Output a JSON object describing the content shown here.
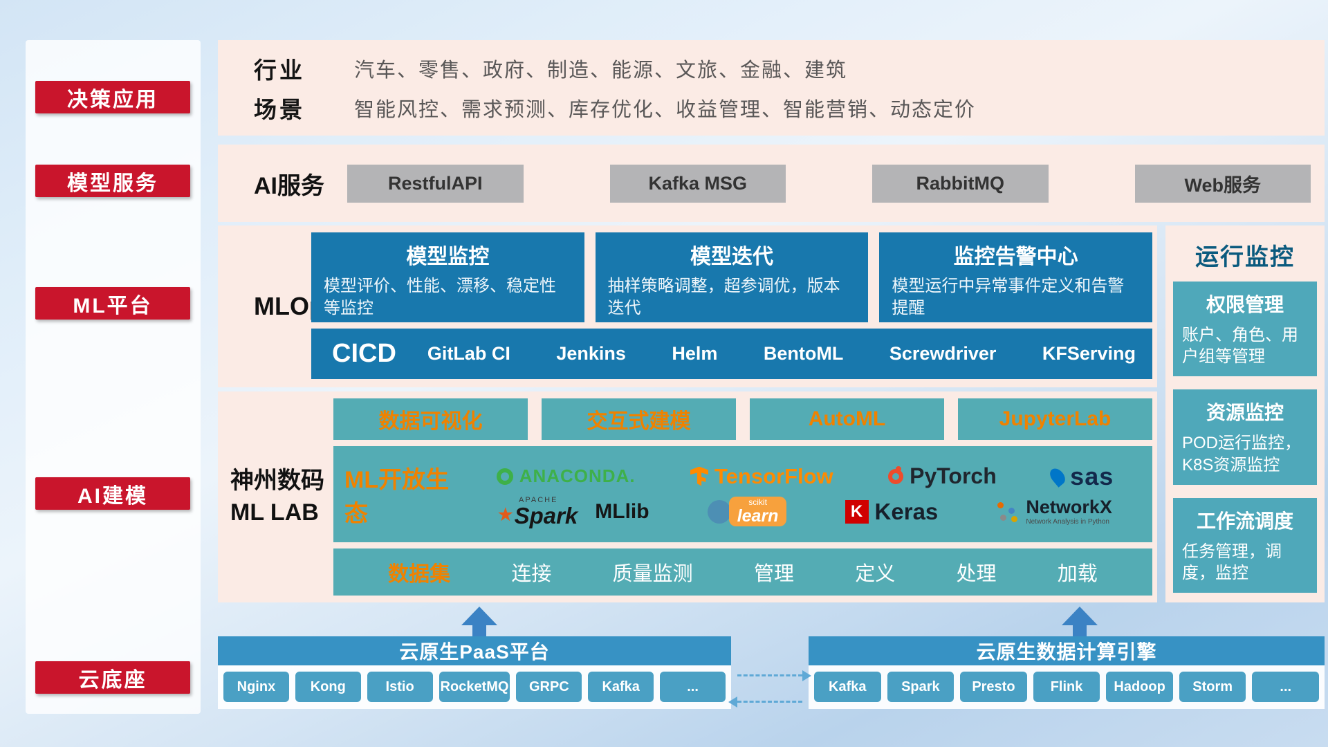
{
  "colors": {
    "accent_red": "#c9152c",
    "panel_pink": "#fbebe5",
    "mlops_blue": "#1878ad",
    "teal": "#54acb4",
    "orange": "#ef8200",
    "bar_blue": "#3792c4",
    "chip_blue": "#4aa0c4",
    "monitor_card_teal": "#4fa8ba",
    "arrow_blue": "#3b82c4"
  },
  "sidebar": {
    "items": [
      {
        "label": "决策应用"
      },
      {
        "label": "模型服务"
      },
      {
        "label": "ML平台"
      },
      {
        "label": "AI建模"
      },
      {
        "label": "云底座"
      }
    ]
  },
  "industry_row": {
    "rows": [
      {
        "label": "行业",
        "value": "汽车、零售、政府、制造、能源、文旅、金融、建筑"
      },
      {
        "label": "场景",
        "value": "智能风控、需求预测、库存优化、收益管理、智能营销、动态定价"
      }
    ]
  },
  "ai_services": {
    "label": "AI服务",
    "items": [
      {
        "label": "RestfulAPI"
      },
      {
        "label": "Kafka MSG"
      },
      {
        "label": "RabbitMQ"
      },
      {
        "label": "Web服务"
      }
    ]
  },
  "mlops": {
    "label": "MLOps",
    "cards": [
      {
        "title": "模型监控",
        "desc": "模型评价、性能、漂移、稳定性等监控"
      },
      {
        "title": "模型迭代",
        "desc": "抽样策略调整，超参调优，版本迭代"
      },
      {
        "title": "监控告警中心",
        "desc": "模型运行中异常事件定义和告警提醒"
      }
    ],
    "cicd": {
      "label": "CICD",
      "tools": [
        {
          "label": "GitLab CI"
        },
        {
          "label": "Jenkins"
        },
        {
          "label": "Helm"
        },
        {
          "label": "BentoML"
        },
        {
          "label": "Screwdriver"
        },
        {
          "label": "KFServing"
        }
      ]
    }
  },
  "monitoring": {
    "title": "运行监控",
    "cards": [
      {
        "title": "权限管理",
        "desc": "账户、角色、用户组等管理"
      },
      {
        "title": "资源监控",
        "desc": "POD运行监控，K8S资源监控"
      },
      {
        "title": "工作流调度",
        "desc": "任务管理，调度，监控"
      }
    ]
  },
  "mllab": {
    "label_line1": "神州数码",
    "label_line2": "ML LAB",
    "features": [
      {
        "label": "数据可视化"
      },
      {
        "label": "交互式建模"
      },
      {
        "label": "AutoML"
      },
      {
        "label": "JupyterLab"
      }
    ],
    "ecosystem": {
      "label": "ML开放生态",
      "logos": {
        "anaconda": {
          "text": "ANACONDA."
        },
        "tensorflow": {
          "text": "TensorFlow"
        },
        "pytorch": {
          "text": "PyTorch"
        },
        "sas": {
          "text": "sas"
        },
        "spark": {
          "small": "APACHE",
          "text": "Spark",
          "suffix": "MLlib"
        },
        "sklearn": {
          "small": "scikit",
          "text": "learn"
        },
        "keras": {
          "icon_letter": "K",
          "text": "Keras"
        },
        "networkx": {
          "text": "NetworkX",
          "subtitle": "Network Analysis in Python"
        }
      }
    },
    "dataset": {
      "label": "数据集",
      "items": [
        {
          "label": "连接"
        },
        {
          "label": "质量监测"
        },
        {
          "label": "管理"
        },
        {
          "label": "定义"
        },
        {
          "label": "处理"
        },
        {
          "label": "加载"
        }
      ]
    }
  },
  "paas": {
    "title": "云原生PaaS平台",
    "items": [
      {
        "label": "Nginx"
      },
      {
        "label": "Kong"
      },
      {
        "label": "Istio"
      },
      {
        "label": "RocketMQ"
      },
      {
        "label": "GRPC"
      },
      {
        "label": "Kafka"
      },
      {
        "label": "..."
      }
    ]
  },
  "data_engine": {
    "title": "云原生数据计算引擎",
    "items": [
      {
        "label": "Kafka"
      },
      {
        "label": "Spark"
      },
      {
        "label": "Presto"
      },
      {
        "label": "Flink"
      },
      {
        "label": "Hadoop"
      },
      {
        "label": "Storm"
      },
      {
        "label": "..."
      }
    ]
  }
}
